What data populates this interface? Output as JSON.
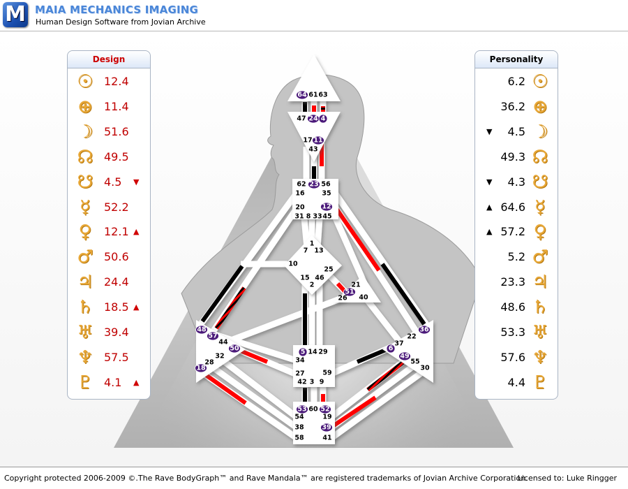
{
  "header": {
    "logo_letter": "M",
    "title": "MAIA MECHANICS IMAGING",
    "subtitle": "Human Design Software from Jovian Archive"
  },
  "design": {
    "title": "Design",
    "rows": [
      {
        "planet": "sun",
        "symbol": "☉",
        "value": "12.4",
        "arrow": ""
      },
      {
        "planet": "earth",
        "symbol": "⊕",
        "value": "11.4",
        "arrow": ""
      },
      {
        "planet": "moon",
        "symbol": "☽",
        "value": "51.6",
        "arrow": ""
      },
      {
        "planet": "north-node",
        "symbol": "☊",
        "value": "49.5",
        "arrow": ""
      },
      {
        "planet": "south-node",
        "symbol": "☋",
        "value": "4.5",
        "arrow": "▼"
      },
      {
        "planet": "mercury",
        "symbol": "☿",
        "value": "52.2",
        "arrow": ""
      },
      {
        "planet": "venus",
        "symbol": "♀",
        "value": "12.1",
        "arrow": "▲"
      },
      {
        "planet": "mars",
        "symbol": "♂",
        "value": "50.6",
        "arrow": ""
      },
      {
        "planet": "jupiter",
        "symbol": "♃",
        "value": "24.4",
        "arrow": ""
      },
      {
        "planet": "saturn",
        "symbol": "♄",
        "value": "18.5",
        "arrow": "▲"
      },
      {
        "planet": "uranus",
        "symbol": "♅",
        "value": "39.4",
        "arrow": ""
      },
      {
        "planet": "neptune",
        "symbol": "♆",
        "value": "57.5",
        "arrow": ""
      },
      {
        "planet": "pluto",
        "symbol": "♇",
        "value": "4.1",
        "arrow": "▲"
      }
    ]
  },
  "personality": {
    "title": "Personality",
    "rows": [
      {
        "planet": "sun",
        "symbol": "☉",
        "value": "6.2",
        "arrow": ""
      },
      {
        "planet": "earth",
        "symbol": "⊕",
        "value": "36.2",
        "arrow": ""
      },
      {
        "planet": "moon",
        "symbol": "☽",
        "value": "4.5",
        "arrow": "▼"
      },
      {
        "planet": "north-node",
        "symbol": "☊",
        "value": "49.3",
        "arrow": ""
      },
      {
        "planet": "south-node",
        "symbol": "☋",
        "value": "4.3",
        "arrow": "▼"
      },
      {
        "planet": "mercury",
        "symbol": "☿",
        "value": "64.6",
        "arrow": "▲"
      },
      {
        "planet": "venus",
        "symbol": "♀",
        "value": "57.2",
        "arrow": "▲"
      },
      {
        "planet": "mars",
        "symbol": "♂",
        "value": "5.2",
        "arrow": ""
      },
      {
        "planet": "jupiter",
        "symbol": "♃",
        "value": "23.3",
        "arrow": ""
      },
      {
        "planet": "saturn",
        "symbol": "♄",
        "value": "48.6",
        "arrow": ""
      },
      {
        "planet": "uranus",
        "symbol": "♅",
        "value": "53.3",
        "arrow": ""
      },
      {
        "planet": "neptune",
        "symbol": "♆",
        "value": "57.6",
        "arrow": ""
      },
      {
        "planet": "pluto",
        "symbol": "♇",
        "value": "4.4",
        "arrow": ""
      }
    ]
  },
  "gates": {
    "head": [
      "64",
      "61",
      "63"
    ],
    "ajna": [
      "47",
      "24",
      "4",
      "17",
      "11",
      "43"
    ],
    "throat": [
      "62",
      "23",
      "56",
      "16",
      "35",
      "20",
      "12",
      "31",
      "8",
      "33",
      "45"
    ],
    "g": [
      "1",
      "7",
      "13",
      "10",
      "25",
      "15",
      "46",
      "2"
    ],
    "heart": [
      "21",
      "51",
      "26",
      "40"
    ],
    "spleen": [
      "48",
      "57",
      "44",
      "50",
      "32",
      "28",
      "18"
    ],
    "sacral": [
      "5",
      "14",
      "29",
      "34",
      "27",
      "59",
      "42",
      "3",
      "9"
    ],
    "root": [
      "53",
      "60",
      "52",
      "54",
      "19",
      "38",
      "39",
      "58",
      "41"
    ],
    "solar_plexus": [
      "36",
      "22",
      "37",
      "6",
      "49",
      "55",
      "30"
    ]
  },
  "activated_gates": [
    "64",
    "24",
    "4",
    "11",
    "23",
    "12",
    "51",
    "48",
    "57",
    "50",
    "18",
    "5",
    "53",
    "52",
    "39",
    "6",
    "49",
    "36"
  ],
  "colors": {
    "design": "#ff0000",
    "personality": "#000000",
    "active_gate": "#4b1a7a",
    "symbol": "#e8a838"
  },
  "footer": {
    "copyright": "Copyright protected 2006-2009 ©.The Rave BodyGraph™ and Rave Mandala™ are registered trademarks of Jovian Archive Corporation.",
    "license": "Licensed to: Luke Ringger"
  }
}
